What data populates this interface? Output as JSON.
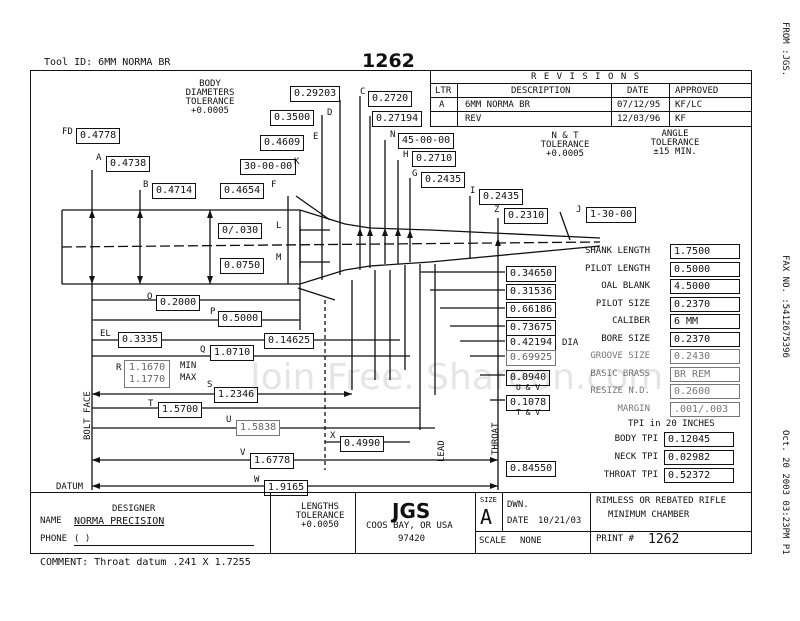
{
  "header": {
    "tool_id": "Tool ID: 6MM NORMA BR",
    "number": "1262",
    "fax_from": "FROM :JGS.",
    "fax_no": "FAX NO. :5412675396",
    "fax_date": "Oct. 20 2003 03:23PM P1"
  },
  "notes": {
    "body_tol": [
      "BODY",
      "DIAMETERS",
      "TOLERANCE",
      "+0.0005"
    ],
    "nst_tol": [
      "N & T",
      "TOLERANCE",
      "+0.0005"
    ],
    "angle_tol": [
      "ANGLE",
      "TOLERANCE",
      "±15 MIN."
    ],
    "lengths_tol": [
      "LENGTHS",
      "TOLERANCE",
      "+0.0050"
    ],
    "tpi_heading": "TPI in 20 INCHES",
    "comment": "COMMENT: Throat datum .241 X 1.7255"
  },
  "revisions": {
    "title": "R E V I S I O N S",
    "headers": [
      "LTR",
      "DESCRIPTION",
      "DATE",
      "APPROVED"
    ],
    "rows": [
      {
        "ltr": "A",
        "desc": "6MM NORMA BR",
        "date": "07/12/95",
        "appr": "KF/LC"
      },
      {
        "ltr": "",
        "desc": "REV",
        "date": "12/03/96",
        "appr": "KF"
      }
    ]
  },
  "dims": {
    "FD": "0.4778",
    "A": "0.4738",
    "B": "0.4714",
    "F": "0.4654",
    "E": "0.4609",
    "K": "30-00-00",
    "D": "0.3500",
    "C": "0.2720",
    "top": "0.29203",
    "c2": "0.27194",
    "N": "45-00-00",
    "H": "0.2710",
    "G": "0.2435",
    "I": "0.2435",
    "Z": "0.2310",
    "J": "1-30-00",
    "L": "0/.030",
    "M": "0.0750",
    "O": "0.2000",
    "P": "0.5000",
    "EL": "0.3335",
    "Q": "1.0710",
    "q2": "0.14625",
    "R_min": "1.1670",
    "R_max": "1.1770",
    "min": "MIN",
    "max": "MAX",
    "S": "1.2346",
    "T": "1.5700",
    "U": "1.5838",
    "X": "0.4990",
    "V": "1.6778",
    "W": "1.9165",
    "d1": "0.34650",
    "d2": "0.31536",
    "d3": "0.66186",
    "d4": "0.73675",
    "d5": "0.42194",
    "d6": "0.69925",
    "d7": "0.0940",
    "d8": "0.1078",
    "d9": "0.84550",
    "dia": "DIA",
    "uv": "U & V",
    "tv": "T & V"
  },
  "letters": {
    "FD": "FD",
    "A": "A",
    "B": "B",
    "F": "F",
    "E": "E",
    "K": "K",
    "D": "D",
    "C": "C",
    "N": "N",
    "H": "H",
    "G": "G",
    "I": "I",
    "Z": "Z",
    "J": "J",
    "L": "L",
    "M": "M",
    "O": "O",
    "P": "P",
    "EL": "EL",
    "Q": "Q",
    "R": "R",
    "S": "S",
    "T": "T",
    "U": "U",
    "X": "X",
    "V": "V",
    "W": "W"
  },
  "labels": {
    "bolt_face": "BOLT FACE",
    "datum": "DATUM",
    "lead": "LEAD",
    "throat": "THROAT"
  },
  "specs": [
    {
      "label": "SHANK LENGTH",
      "value": "1.7500",
      "grey": false
    },
    {
      "label": "PILOT LENGTH",
      "value": "0.5000",
      "grey": false
    },
    {
      "label": "OAL BLANK",
      "value": "4.5000",
      "grey": false
    },
    {
      "label": "PILOT SIZE",
      "value": "0.2370",
      "grey": false
    },
    {
      "label": "CALIBER",
      "value": "6 MM",
      "grey": false
    },
    {
      "label": "BORE SIZE",
      "value": "0.2370",
      "grey": false
    },
    {
      "label": "GROOVE SIZE",
      "value": "0.2430",
      "grey": true
    },
    {
      "label": "BASIC BRASS",
      "value": "BR REM",
      "grey": true
    },
    {
      "label": "RESIZE N.D.",
      "value": "0.2600",
      "grey": true
    },
    {
      "label": "MARGIN",
      "value": ".001/.003",
      "grey": true
    }
  ],
  "tpi": [
    {
      "label": "BODY TPI",
      "value": "0.12045"
    },
    {
      "label": "NECK TPI",
      "value": "0.02982"
    },
    {
      "label": "THROAT TPI",
      "value": "0.52372"
    }
  ],
  "title_block": {
    "designer_head": "DESIGNER",
    "name_label": "NAME",
    "name_value": "NORMA PRECISION",
    "phone_label": "PHONE",
    "phone_value": "(        )",
    "company": "JGS",
    "city": "COOS BAY, OR USA",
    "zip": "97420",
    "size_label": "SIZE",
    "size_value": "A",
    "dwn": "DWN.",
    "date_label": "DATE",
    "date_value": "10/21/03",
    "scale_label": "SCALE",
    "scale_value": "NONE",
    "print_label": "PRINT #",
    "print_value": "1262",
    "desc1": "RIMLESS OR REBATED RIFLE",
    "desc2": "MINIMUM CHAMBER"
  },
  "watermark": "Join Free. Shareon.com"
}
